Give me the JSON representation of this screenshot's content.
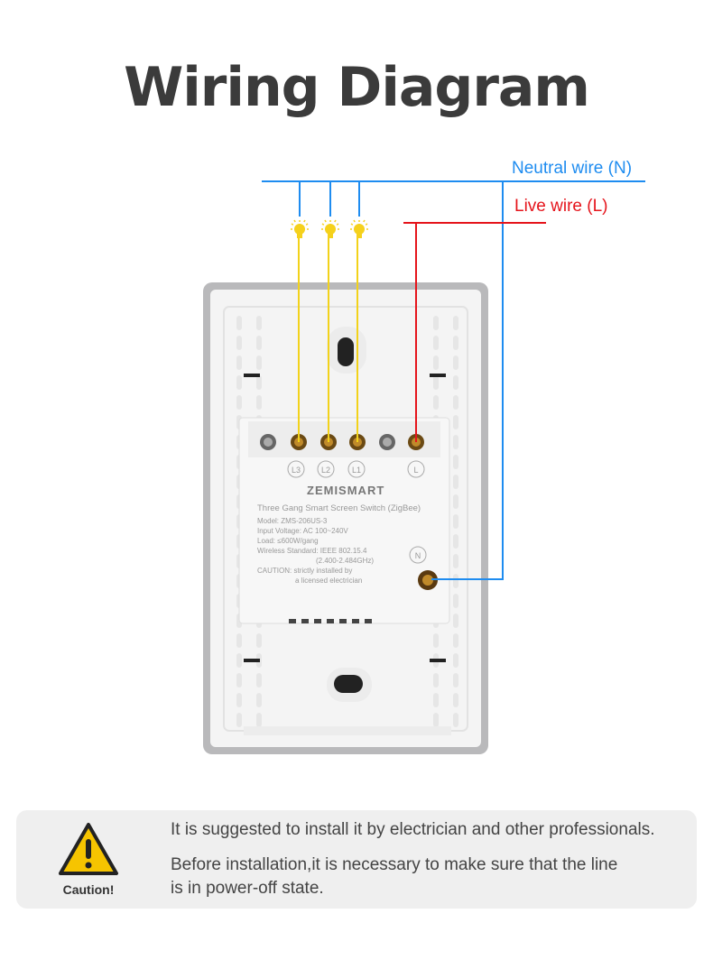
{
  "title": "Wiring Diagram",
  "labels": {
    "neutral": "Neutral wire (N)",
    "live": "Live wire (L)"
  },
  "terminals": [
    "L3",
    "L2",
    "L1",
    "L",
    "N"
  ],
  "device": {
    "brand": "ZEMISMART",
    "name": "Three Gang Smart Screen Switch (ZigBee)",
    "model": "Model: ZMS-206US-3",
    "voltage": "Input Voltage: AC 100~240V",
    "load": "Load: ≤600W/gang",
    "wireless": "Wireless Standard: IEEE 802.15.4",
    "freq": "(2.400-2.484GHz)",
    "caution1": "CAUTION: strictly installed by",
    "caution2": "a licensed electrician"
  },
  "caution": {
    "label": "Caution!",
    "line1": "It is suggested to install it by electrician and other professionals.",
    "line2": "Before installation,it is necessary to make sure that the line",
    "line3": "is in power-off state."
  },
  "colors": {
    "neutral": "#1e8cf0",
    "live": "#e5141b",
    "load": "#f2d21a"
  }
}
